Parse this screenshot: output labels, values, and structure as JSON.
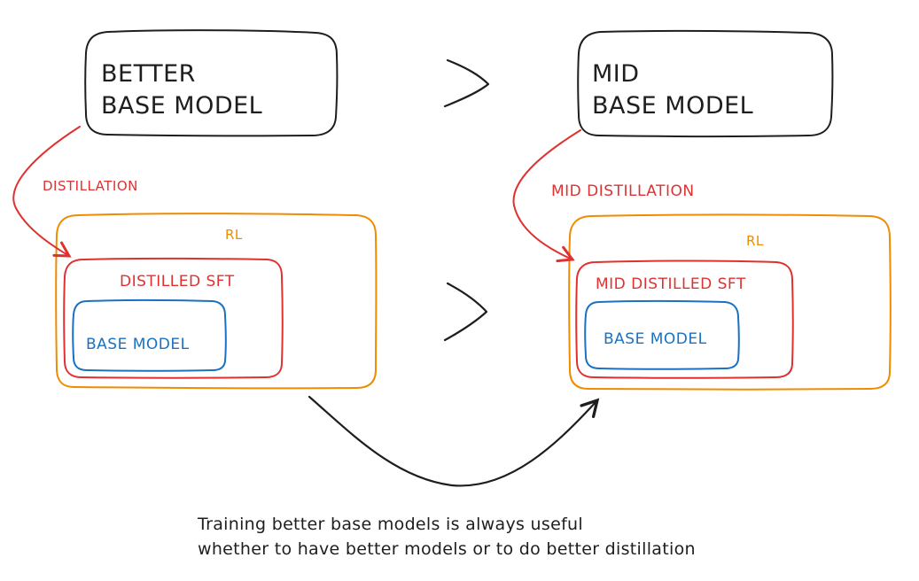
{
  "diagram": {
    "left": {
      "top_box_label_line1": "BETTER",
      "top_box_label_line2": "BASE MODEL",
      "arrow_label": "DISTILLATION",
      "outer_label": "RL",
      "middle_label": "DISTILLED SFT",
      "inner_label": "BASE MODEL"
    },
    "right": {
      "top_box_label_line1": "MID",
      "top_box_label_line2": "BASE MODEL",
      "arrow_label": "MID DISTILLATION",
      "outer_label": "RL",
      "middle_label": "MID DISTILLED SFT",
      "inner_label": "BASE MODEL"
    },
    "caption_line1": "Training better base models is always useful",
    "caption_line2": "whether to have better models or to do better distillation",
    "colors": {
      "ink": "#1e1e1e",
      "red": "#e03131",
      "orange": "#f08c00",
      "blue": "#1971c2"
    }
  }
}
